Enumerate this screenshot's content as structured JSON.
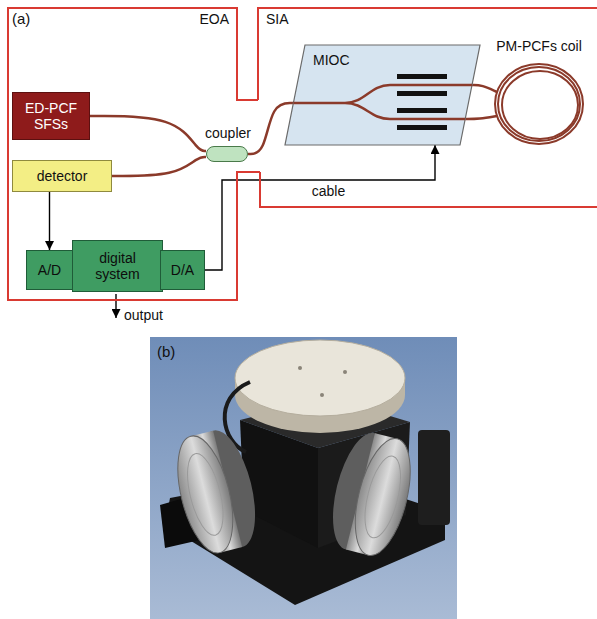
{
  "diagram": {
    "nodes": [
      {
        "text": [
          "EOA"
        ]
      },
      {
        "text": [
          "ED-PCF SFSs"
        ],
        "in": 0
      },
      {
        "text": [
          "detector"
        ],
        "in": 0
      },
      {
        "text": [
          "A/D"
        ],
        "in": 0
      },
      {
        "text": [
          "digital system"
        ],
        "in": 0
      },
      {
        "text": [
          "D/A"
        ],
        "in": 0
      },
      {
        "text": [
          "coupler"
        ]
      },
      {
        "text": [
          "SIA"
        ]
      },
      {
        "text": [
          "MIOC"
        ],
        "in": 7
      },
      {
        "text": [
          "PM-PCFs coil"
        ],
        "in": 7
      }
    ],
    "edges": [
      {
        "from": 1,
        "to": 6,
        "arrow": "none"
      },
      {
        "from": 2,
        "to": 6,
        "arrow": "none"
      },
      {
        "from": 6,
        "to": 8,
        "arrow": "none"
      },
      {
        "from": 8,
        "to": 9,
        "arrow": "none"
      },
      {
        "from": 8,
        "to": 9,
        "arrow": "none"
      },
      {
        "from": 2,
        "to": 3,
        "arrow": "to"
      },
      {
        "from": 5,
        "to": 8,
        "arrow": "to",
        "label": "cable"
      }
    ],
    "labels": [
      "(a)",
      "output",
      "(b)"
    ]
  }
}
